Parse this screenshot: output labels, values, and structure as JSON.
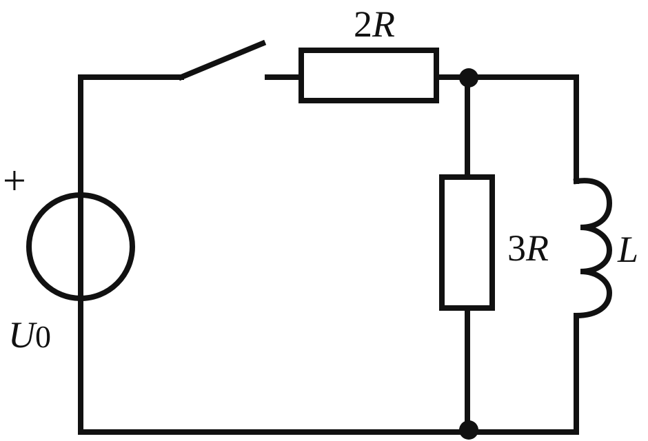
{
  "labels": {
    "source_polarity": "+",
    "source_symbol": "U",
    "source_subscript": "0",
    "series_resistor_coeff": "2",
    "series_resistor_symbol": "R",
    "shunt_resistor_coeff": "3",
    "shunt_resistor_symbol": "R",
    "inductor_symbol": "L"
  },
  "colors": {
    "ink": "#111111",
    "background": "#ffffff"
  }
}
